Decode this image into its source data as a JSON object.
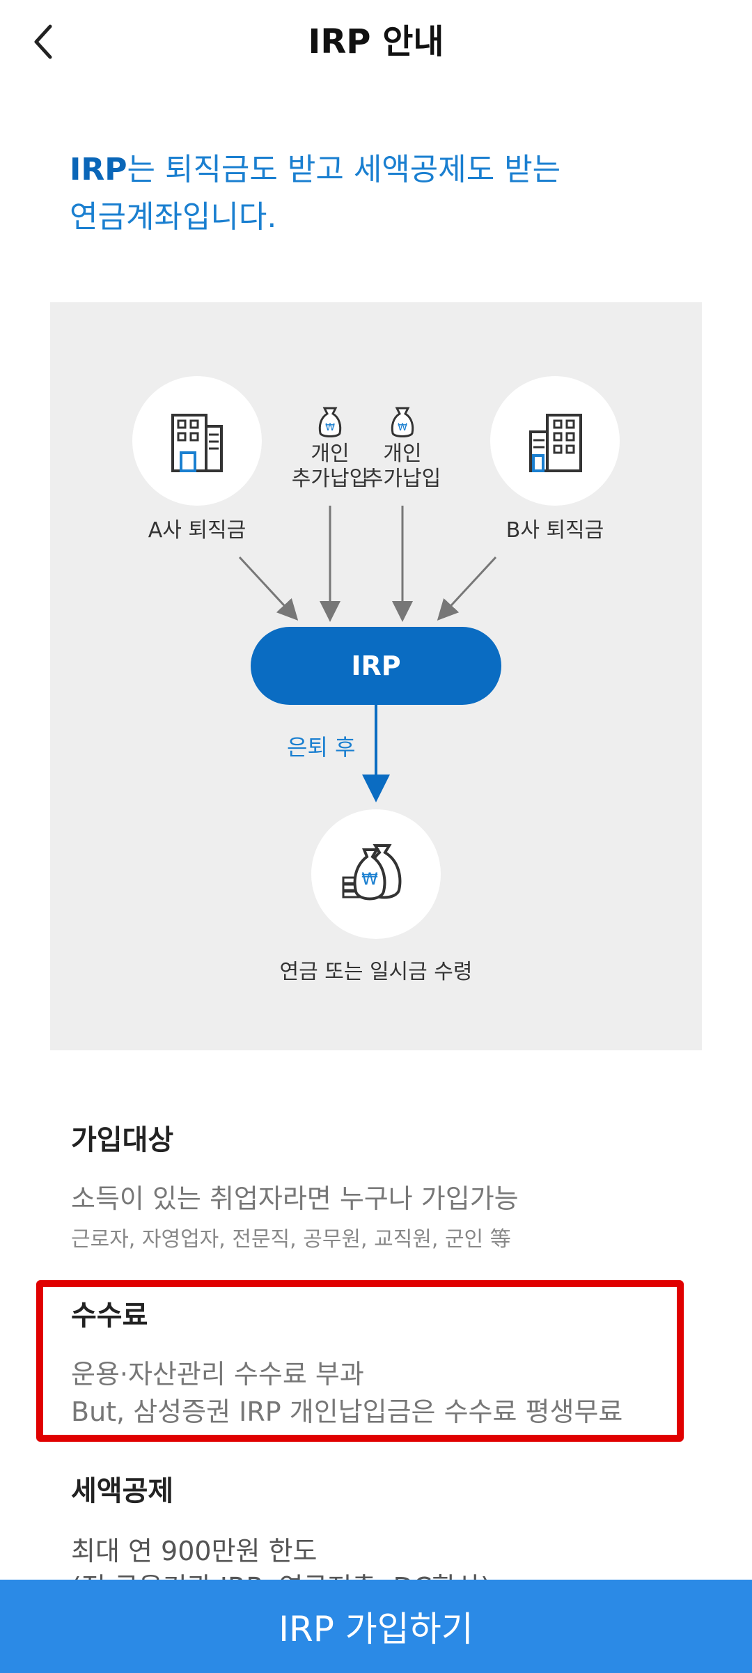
{
  "header": {
    "title": "IRP 안내"
  },
  "intro": {
    "accent": "IRP",
    "line1_rest": "는 퇴직금도 받고 세액공제도 받는",
    "line2": "연금계좌입니다."
  },
  "diagram": {
    "company_a_label": "A사 퇴직금",
    "company_b_label": "B사 퇴직금",
    "personal_line1": "개인",
    "personal_line2": "추가납입",
    "irp_label": "IRP",
    "after_retire_label": "은퇴 후",
    "receive_label": "연금 또는 일시금 수령"
  },
  "sections": {
    "eligibility": {
      "title": "가입대상",
      "line": "소득이 있는 취업자라면 누구나 가입가능",
      "sub": "근로자, 자영업자, 전문직, 공무원, 교직원, 군인 等"
    },
    "fees": {
      "title": "수수료",
      "line1": "운용·자산관리 수수료 부과",
      "line2": "But, 삼성증권 IRP 개인납입금은 수수료 평생무료"
    },
    "tax": {
      "title": "세액공제",
      "line1": "최대 연 900만원 한도",
      "line2": "(전 금융기관 IRP, 연금저축, DC합산)"
    }
  },
  "cta": {
    "label": "IRP 가입하기"
  },
  "colors": {
    "accent": "#0a6cc2",
    "cta": "#2b8ae6",
    "highlight": "#e00000"
  }
}
